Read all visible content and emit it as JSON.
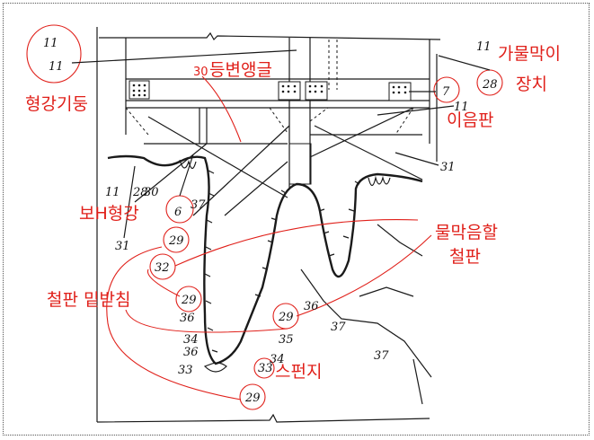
{
  "labels": {
    "steel_column": "형강기둥",
    "equal_angle": "등변앵글",
    "equal_angle_num": "30",
    "temp_barrier": "가물막이",
    "temp_barrier_2": "장치",
    "joint_plate": "이음판",
    "beam_h": "보H형강",
    "watertight_plate_1": "물막음할",
    "watertight_plate_2": "철판",
    "plate_support": "철판 밑받침",
    "sponge": "스펀지"
  },
  "handwritten": {
    "n11_1": "11",
    "n11_2": "11",
    "n11_3": "11",
    "n28": "28",
    "n7": "7",
    "n11b": "11",
    "n31a": "31",
    "n31b": "31",
    "n6": "6",
    "n37a": "37",
    "n29a": "29",
    "n32": "32",
    "n29b": "29",
    "n36a": "36",
    "n29c": "29",
    "n36b": "36",
    "n34a": "34",
    "n36c": "36",
    "n35": "35",
    "n34b": "34",
    "n33a": "33",
    "n33b": "33",
    "n29d": "29",
    "n37b": "37",
    "n37c": "37",
    "n11c": "11",
    "n28b": "28",
    "n30b": "30"
  }
}
